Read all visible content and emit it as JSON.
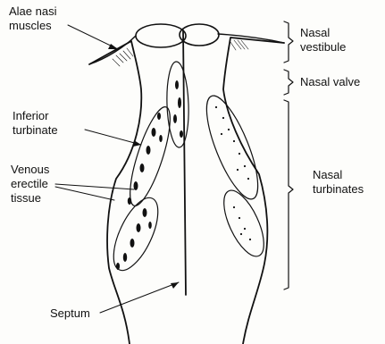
{
  "figure": {
    "labels": {
      "alae_nasi_line1": "Alae nasi",
      "alae_nasi_line2": "muscles",
      "inferior_turbinate_line1": "Inferior",
      "inferior_turbinate_line2": "turbinate",
      "venous_line1": "Venous",
      "venous_line2": "erectile",
      "venous_line3": "tissue",
      "septum": "Septum",
      "nasal_vestibule_line1": "Nasal",
      "nasal_vestibule_line2": "vestibule",
      "nasal_valve": "Nasal valve",
      "nasal_turbinates_line1": "Nasal",
      "nasal_turbinates_line2": "turbinates"
    }
  },
  "colors": {
    "ink": "#111111",
    "paper": "#fdfdfb"
  }
}
